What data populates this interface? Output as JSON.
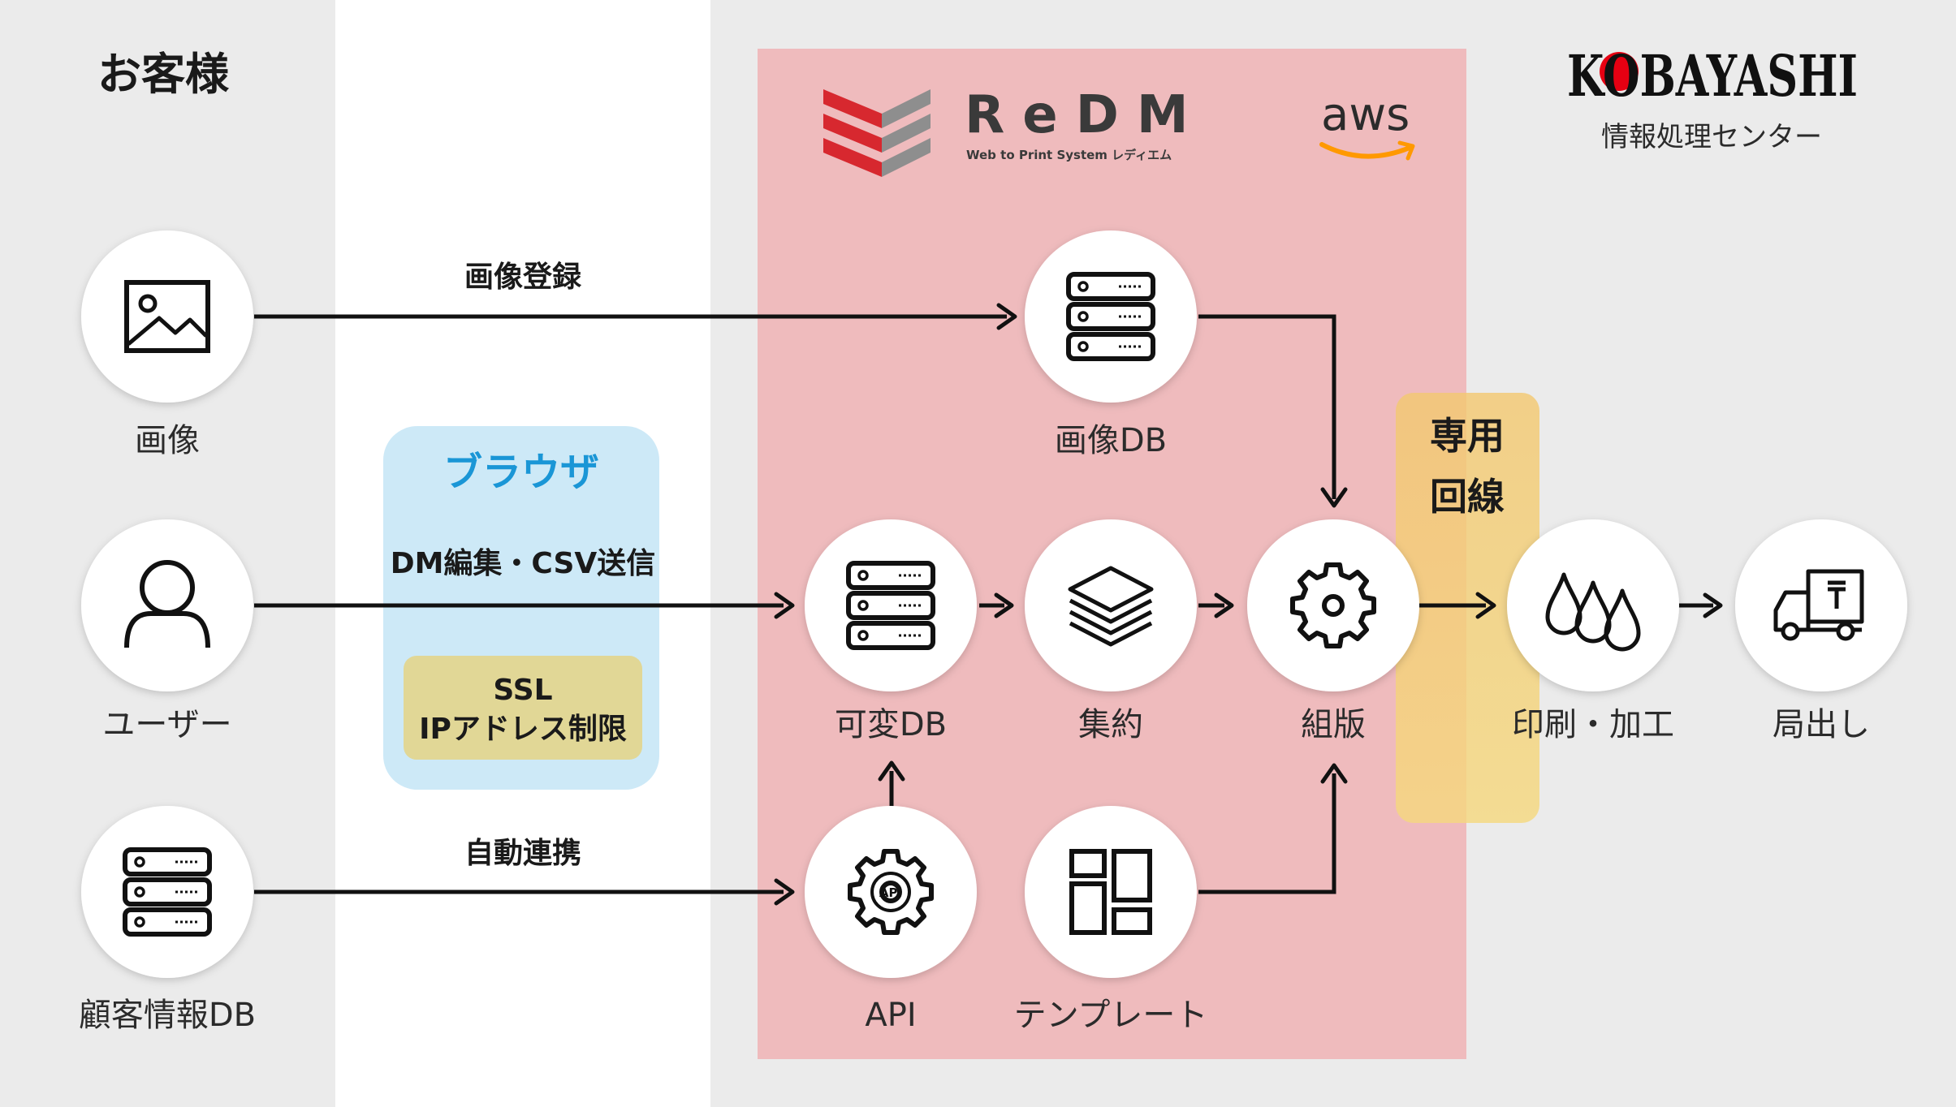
{
  "customer": {
    "title": "お客様"
  },
  "browser": {
    "title": "ブラウザ",
    "security_line1": "SSL",
    "security_line2": "IPアドレス制限"
  },
  "dedicated_line": {
    "line1": "専用",
    "line2": "回線"
  },
  "redm": {
    "logo_text": "ReDM",
    "subtitle": "Web to Print System レディエム"
  },
  "aws": {
    "logo_text": "aws"
  },
  "kobayashi": {
    "logo_text": "KOBAYASHI",
    "subtitle": "情報処理センター"
  },
  "flows": {
    "image_register": "画像登録",
    "dm_edit": "DM編集・CSV送信",
    "auto_link": "自動連携"
  },
  "nodes": {
    "image": "画像",
    "user": "ユーザー",
    "customer_db": "顧客情報DB",
    "image_db": "画像DB",
    "variable_db": "可変DB",
    "aggregate": "集約",
    "typesetting": "組版",
    "api": "API",
    "template": "テンプレート",
    "print": "印刷・加工",
    "shipping": "局出し"
  },
  "icons": {
    "image": "image-icon",
    "user": "user-icon",
    "customer_db": "server-icon",
    "image_db": "server-icon",
    "variable_db": "server-icon",
    "aggregate": "layers-icon",
    "typesetting": "gear-icon",
    "api": "api-gear-icon",
    "api_text": "API",
    "template": "template-layout-icon",
    "print": "ink-drops-icon",
    "shipping": "delivery-truck-icon"
  },
  "colors": {
    "background": "#ebebeb",
    "network_band": "#ffffff",
    "redm_area": "#efbbbd",
    "browser_box": "#cde9f7",
    "browser_title": "#1a96d6",
    "security_box": "#e1d796",
    "dedicated_top": "#f3c870",
    "dedicated_bottom": "#f5d87e",
    "redm_accent": "#d7282f",
    "kobayashi_red": "#e60012",
    "aws_orange": "#ff9900"
  }
}
